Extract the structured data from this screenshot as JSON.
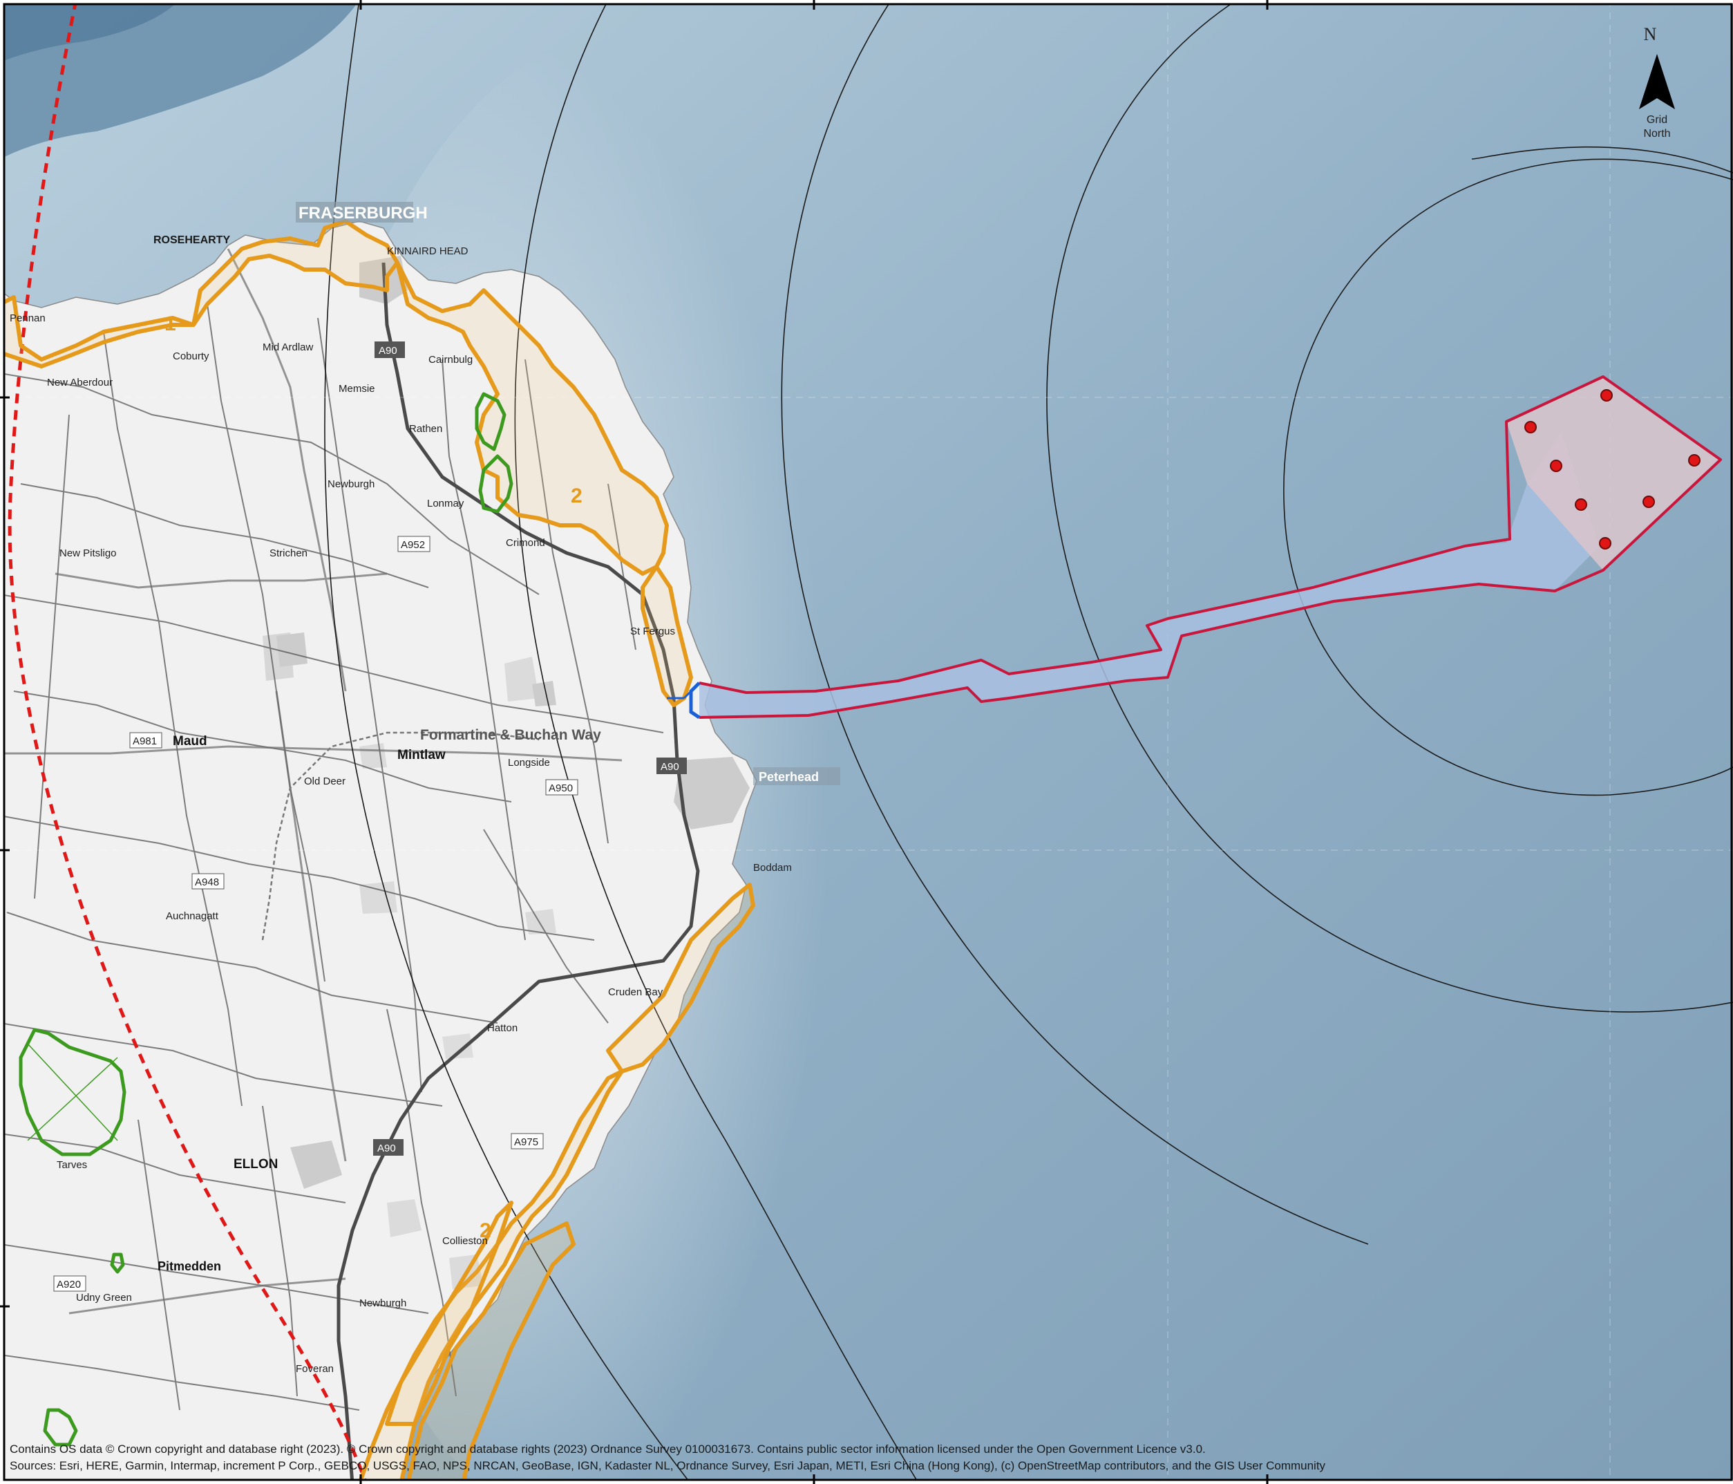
{
  "map": {
    "north_arrow": {
      "letter": "N",
      "line1": "Grid",
      "line2": "North"
    },
    "attribution": {
      "line1": "Contains OS data © Crown copyright and database right (2023). © Crown copyright and database rights (2023) Ordnance Survey 0100031673. Contains public sector information licensed under the Open Government Licence v3.0.",
      "line2": "Sources: Esri, HERE, Garmin, Intermap, increment P Corp., GEBCO, USGS, FAO, NPS, NRCAN, GeoBase, IGN, Kadaster NL, Ordnance Survey, Esri Japan, METI, Esri China (Hong Kong), (c) OpenStreetMap contributors, and the GIS User Community"
    },
    "zone_labels": [
      "1",
      "2",
      "2"
    ],
    "places": {
      "fraserburgh": "FRASERBURGH",
      "kinnaird_head": "KINNAIRD HEAD",
      "rosehearty": "ROSEHEARTY",
      "pennan": "Pennan",
      "new_aberdour": "New Aberdour",
      "coburty": "Coburty",
      "mid_ardlaw": "Mid Ardlaw",
      "memsie": "Memsie",
      "cairnbulg": "Cairnbulg",
      "rathen": "Rathen",
      "lonmay": "Lonmay",
      "crimond": "Crimond",
      "newburgh_n": "Newburgh",
      "strichen": "Strichen",
      "new_pitsligo": "New Pitsligo",
      "maud": "Maud",
      "mintlaw": "Mintlaw",
      "longside": "Longside",
      "peterhead": "Peterhead",
      "cruden_bay": "Cruden Bay",
      "hatton": "Hatton",
      "ellon": "ELLON",
      "pitmedden": "Pitmedden",
      "newburgh_s": "Newburgh",
      "collieston": "Collieston",
      "st_fergus": "St Fergus",
      "boddam": "Boddam",
      "auchnagatt": "Auchnagatt",
      "tarves": "Tarves",
      "foveran": "Foveran",
      "udny_green": "Udny Green",
      "old_deer": "Old Deer",
      "formartine_buchan_way": "Formartine & Buchan Way"
    },
    "roads": {
      "a90_1": "A90",
      "a90_2": "A90",
      "a90_3": "A90",
      "a952": "A952",
      "a950": "A950",
      "a948": "A948",
      "a981": "A981",
      "a920": "A920",
      "a975": "A975"
    },
    "colors": {
      "sea": "#8eacc2",
      "land": "#f2f2f2",
      "orange_boundary": "#e69a1c",
      "green_boundary": "#3c9a1e",
      "red_dashed": "#e01818",
      "offshore_outline": "#c8163c",
      "cable_fill": "#a9bfe0",
      "array_fill": "#d7c4cc",
      "turbine": "#e01515",
      "landfall": "#1a5fd6"
    }
  }
}
